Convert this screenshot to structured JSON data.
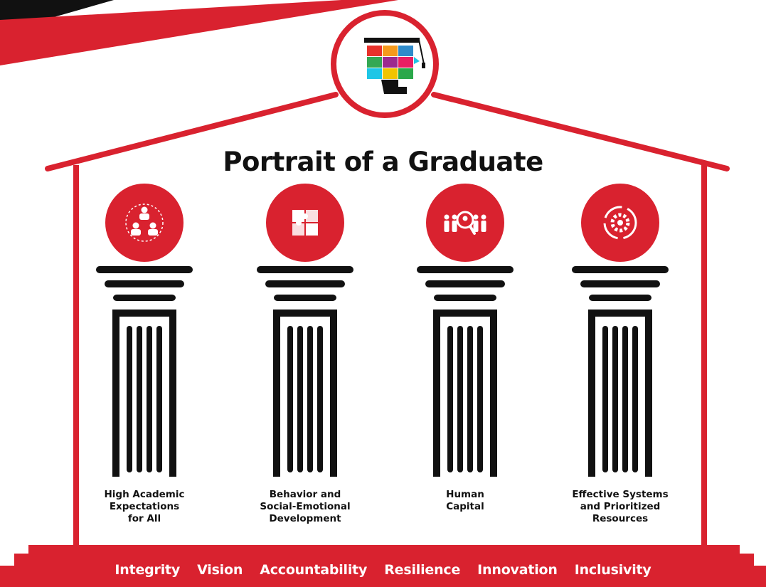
{
  "title": "Portrait of a Graduate",
  "colors": {
    "red": "#d9222f",
    "black": "#111111",
    "white": "#ffffff"
  },
  "logo": {
    "icon": "graduate-head-mortarboard-icon",
    "tile_colors": [
      "#e8312b",
      "#f59a1c",
      "#2e8bcb",
      "#34a853",
      "#9c2a8f",
      "#e91e63",
      "#1ec6e6",
      "#f2c400",
      "#2ba84a"
    ]
  },
  "pillars": [
    {
      "icon": "team-network-icon",
      "caption": [
        "High Academic",
        "Expectations",
        "for All"
      ]
    },
    {
      "icon": "puzzle-pieces-icon",
      "caption": [
        "Behavior and",
        "Social-Emotional",
        "Development"
      ]
    },
    {
      "icon": "people-search-icon",
      "caption": [
        "Human",
        "Capital"
      ]
    },
    {
      "icon": "gear-cycle-icon",
      "caption": [
        "Effective Systems",
        "and Prioritized",
        "Resources"
      ]
    }
  ],
  "values": [
    "Integrity",
    "Vision",
    "Accountability",
    "Resilience",
    "Innovation",
    "Inclusivity"
  ]
}
